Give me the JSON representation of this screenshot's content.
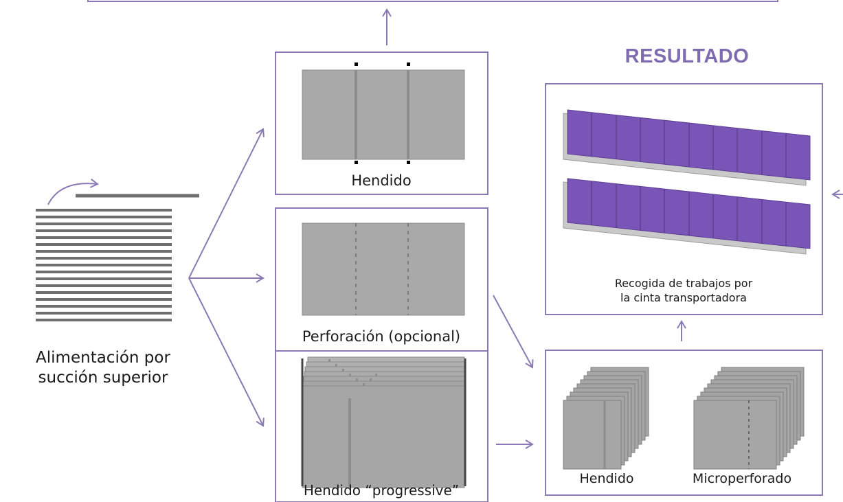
{
  "colors": {
    "accent": "#7f6cb0",
    "purple_sheet": "#7a55b8",
    "gray_sheet": "#a6a6a6"
  },
  "feed": {
    "label_line1": "Alimentación por",
    "label_line2": "succión superior"
  },
  "stations": {
    "crease": {
      "label": "Hendido"
    },
    "perforation": {
      "label": "Perforación (opcional)"
    },
    "progressive": {
      "label": "Hendido “progressive”"
    }
  },
  "output": {
    "creased": "Hendido",
    "microperforated": "Microperforado"
  },
  "result": {
    "title": "RESULTADO",
    "caption_line1": "Recogida de trabajos por",
    "caption_line2": "la cinta transportadora"
  }
}
